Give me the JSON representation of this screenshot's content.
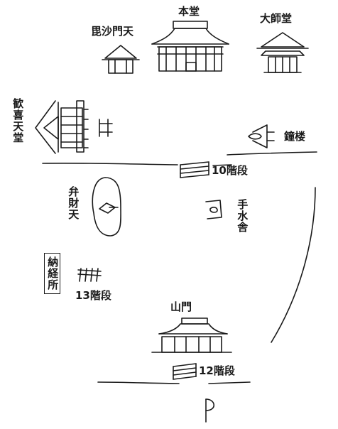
{
  "labels": {
    "bishamonten": "毘沙門天",
    "hondo": "本堂",
    "daishido": "大師堂",
    "kangitendo": "歓喜天堂",
    "shoro": "鐘楼",
    "stairs_10": "10階段",
    "benzaiten": "弁財天",
    "chozuya": "手水舎",
    "nokyosho": "納経所",
    "stairs_13": "13階段",
    "sanmon": "山門",
    "stairs_12": "12階段",
    "parking": "P"
  },
  "colors": {
    "ink": "#1a1a1a",
    "paper": "#ffffff"
  }
}
